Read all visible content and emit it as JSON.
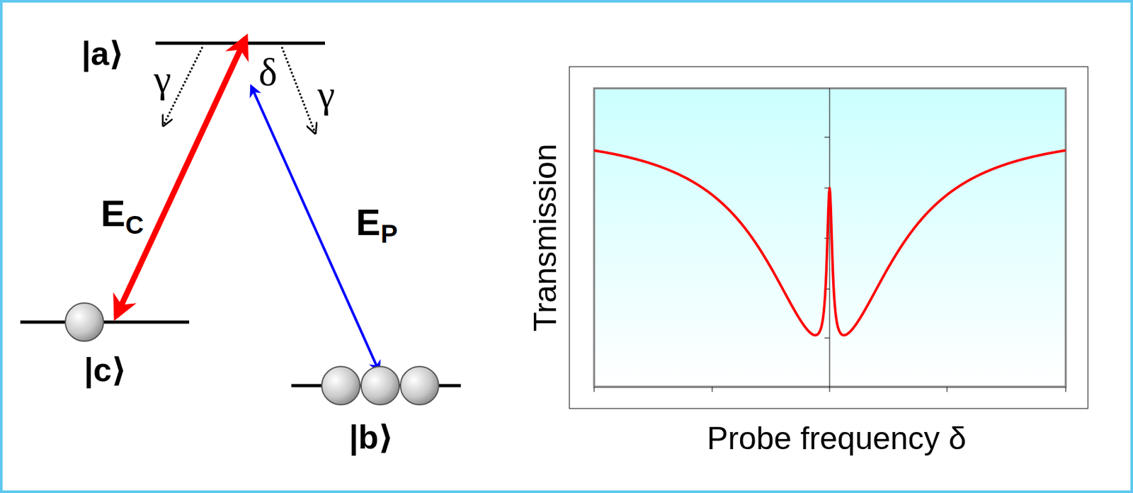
{
  "diagram": {
    "labels": [
      "|a⟩",
      "γ",
      "δ",
      "γ",
      "E",
      "C",
      "E",
      "P",
      "|c⟩",
      "|b⟩",
      "Transmission",
      "Probe frequency δ"
    ]
  }
}
